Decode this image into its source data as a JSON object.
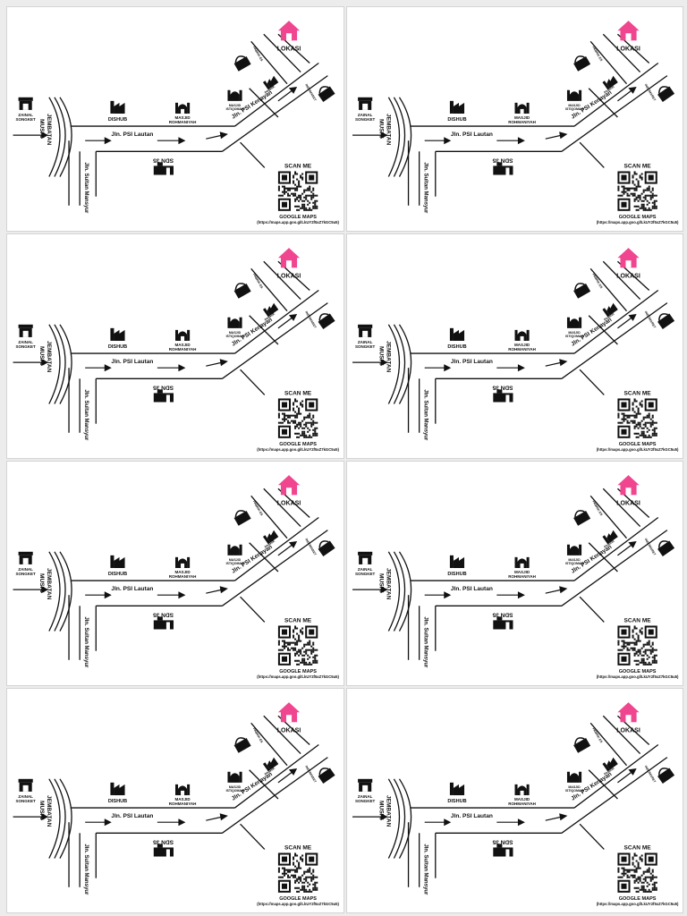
{
  "labels": {
    "lokasi": "LOKASI",
    "zainal": "ZAINAL",
    "songket": "SONGKET",
    "jembatan": "JEMBATAN",
    "musi": "MUSI 6",
    "dishub": "DISHUB",
    "masjid": "MASJID",
    "rohmaniyah": "ROHMANIYAH",
    "masjid_small_1": "MASJID",
    "masjid_small_2": "ISTIQOMAH",
    "jln_psi": "Jln. PSI Lautan",
    "jln_kenayan": "Jln. PSI Kenayan",
    "jln_sultan": "Jln. Sultan Mansyur",
    "sdn": "SDN 35",
    "indomaret": "INDOMARET",
    "pabrik_1": "PABRIK ES",
    "pabrik_2": "PABRIK",
    "scan": "SCAN ME",
    "gmaps": "GOOGLE MAPS",
    "url": "(https://maps.app.goo.gl/LkUY2f5xZ7kGC5u5)"
  },
  "colors": {
    "home": "#f0468f",
    "ink": "#111111"
  },
  "cards_count_note": ""
}
